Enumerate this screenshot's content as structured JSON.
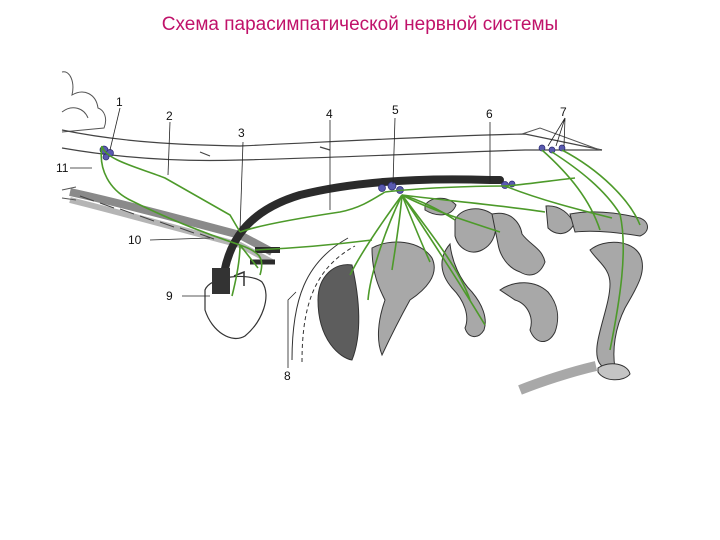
{
  "title": "Схема парасимпатической нервной системы",
  "labels": [
    "1",
    "2",
    "3",
    "4",
    "5",
    "6",
    "7",
    "8",
    "9",
    "10",
    "11"
  ],
  "colors": {
    "title": "#c0126a",
    "nerve": "#4d9a2a",
    "organ": "#a8a8a8",
    "dark_organ": "#5d5d5d",
    "ganglion": "#5a5ab0",
    "outline": "#333333"
  }
}
